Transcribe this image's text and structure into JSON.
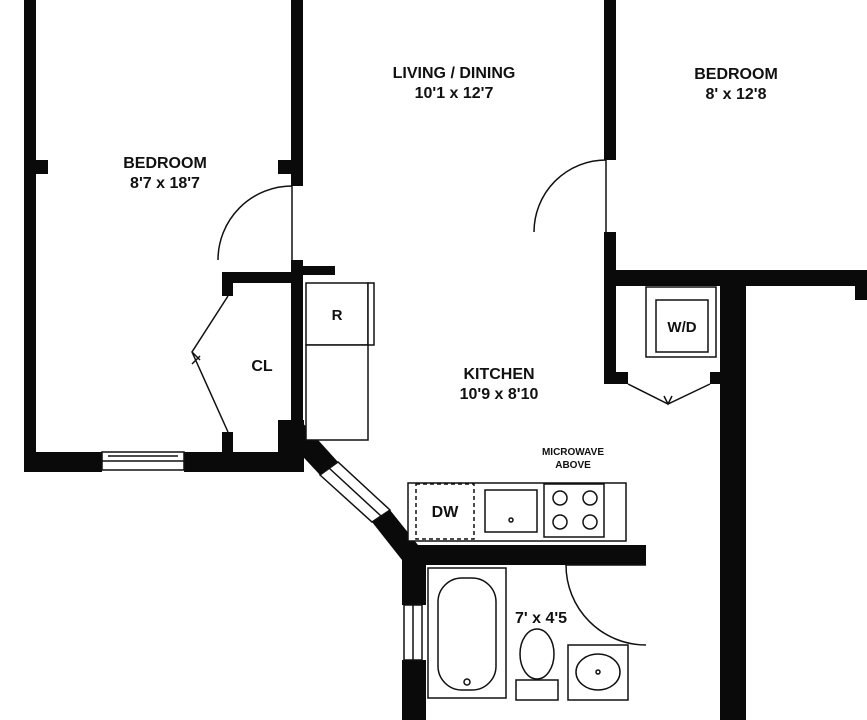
{
  "colors": {
    "wall": "#0a0a0a",
    "line": "#111111",
    "fixture_fill": "#ffffff",
    "background": "#ffffff"
  },
  "rooms": {
    "bedroom_left": {
      "name": "BEDROOM",
      "dims": "8'7 x 18'7"
    },
    "living_dining": {
      "name": "LIVING / DINING",
      "dims": "10'1 x 12'7"
    },
    "bedroom_right": {
      "name": "BEDROOM",
      "dims": "8' x 12'8"
    },
    "kitchen": {
      "name": "KITCHEN",
      "dims": "10'9 x 8'10"
    },
    "closet": {
      "name": "CL"
    },
    "bathroom": {
      "dims": "7' x 4'5"
    }
  },
  "fixtures": {
    "refrigerator": "R",
    "washer_dryer": "W/D",
    "dishwasher": "DW",
    "microwave_line1": "MICROWAVE",
    "microwave_line2": "ABOVE"
  }
}
